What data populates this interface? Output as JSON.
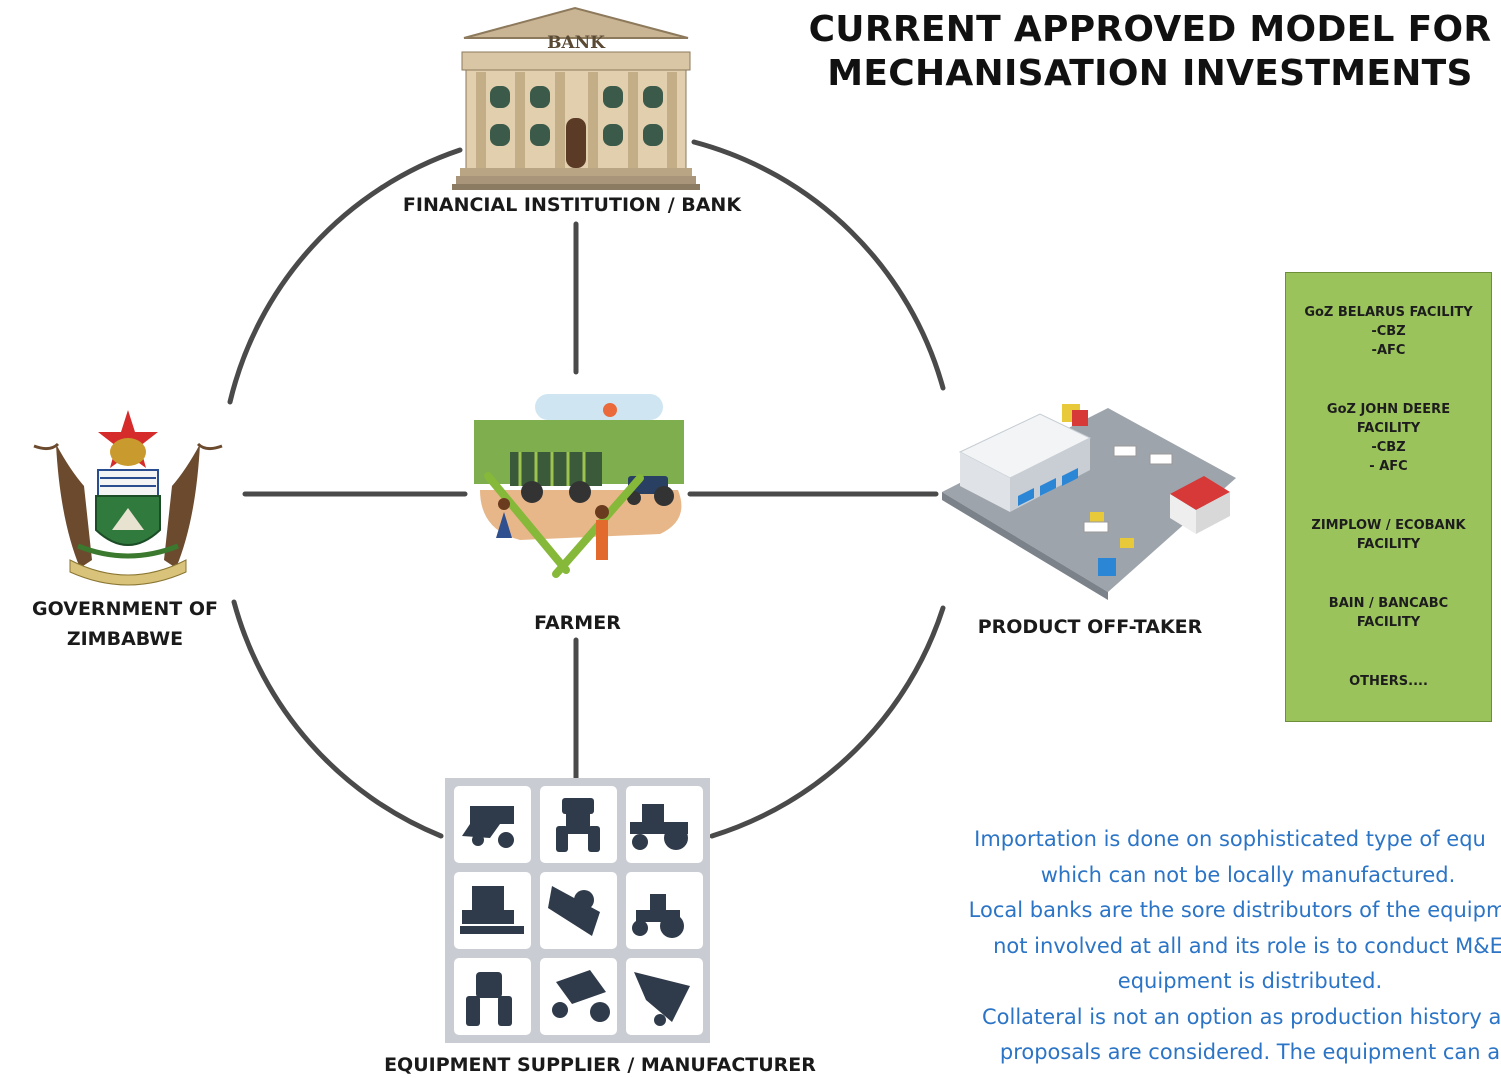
{
  "title_line1": "CURRENT APPROVED MODEL FOR",
  "title_line2": "MECHANISATION INVESTMENTS",
  "bank_sign": "BANK",
  "nodes": {
    "bank": "FINANCIAL INSTITUTION / BANK",
    "government_line1": "GOVERNMENT OF",
    "government_line2": "ZIMBABWE",
    "farmer": "FARMER",
    "offtaker": "PRODUCT OFF-TAKER",
    "supplier": "EQUIPMENT SUPPLIER / MANUFACTURER"
  },
  "facilities": [
    "GoZ BELARUS FACILITY\n-CBZ\n-AFC",
    "GoZ JOHN DEERE\nFACILITY\n-CBZ\n- AFC",
    "ZIMPLOW / ECOBANK\nFACILITY",
    "BAIN /  BANCABC\nFACILITY",
    "OTHERS...."
  ],
  "notes": [
    "Importation is done on sophisticated type of equ",
    "which can not be locally manufactured.",
    "Local banks are the sore distributors of the equipme",
    "not involved at all and its role is to conduct M&E",
    "equipment is distributed.",
    "Collateral is not an option as production history ar",
    "proposals are considered. The equipment can a"
  ],
  "colors": {
    "connector": "#4a4a4a",
    "panel": "#9bc35c",
    "notes_text": "#2b74c6"
  }
}
